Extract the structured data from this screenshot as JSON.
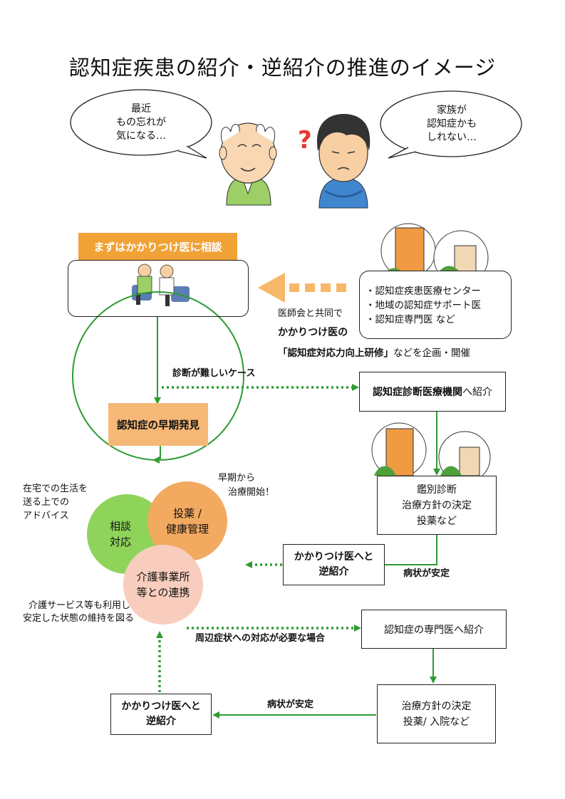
{
  "title": "認知症疾患の紹介・逆紹介の推進のイメージ",
  "bubbles": {
    "patient": [
      "最近",
      "もの忘れが",
      "気になる…"
    ],
    "family": [
      "家族が",
      "認知症かも",
      "しれない…"
    ]
  },
  "family_mark": "?",
  "first_consult_label": "まずはかかりつけ医に相談",
  "centers": [
    "・認知症疾患医療センター",
    "・地域の認知症サポート医",
    "・認知症専門医 など"
  ],
  "training": {
    "line1": "医師会と共同で",
    "line2": "かかりつけ医の",
    "line3_bold": "「認知症対応力向上研修」",
    "line3_rest": "などを企画・開催"
  },
  "difficult_case": "診断が難しいケース",
  "diagnosis_referral": {
    "bold": "認知症診断医療機関",
    "rest": "へ紹介"
  },
  "early_detection": "認知症の早期発見",
  "diagnosis_box": [
    "鑑別診断",
    "治療方針の決定",
    "投薬など"
  ],
  "early_treatment": [
    "早期から",
    "治療開始！"
  ],
  "home_advice": [
    "在宅での生活を",
    "送る上での",
    "アドバイス"
  ],
  "circles": {
    "consult": [
      "相談",
      "対応"
    ],
    "medication": [
      "投薬 /",
      "健康管理"
    ],
    "care": [
      "介護事業所",
      "等との連携"
    ]
  },
  "care_services": [
    "介護サービス等も利用し",
    "安定した状態の維持を図る"
  ],
  "reverse_referral_1": [
    "かかりつけ医へと",
    "逆紹介"
  ],
  "stable_1": "病状が安定",
  "bpsd_case": "周辺症状への対応が必要な場合",
  "specialist_referral": "認知症の専門医へ紹介",
  "treatment_box": [
    "治療方針の決定",
    "投薬/ 入院など"
  ],
  "stable_2": "病状が安定",
  "reverse_referral_2": [
    "かかりつけ医へと",
    "逆紹介"
  ],
  "colors": {
    "green": "#2e9b34",
    "orange_label": "#f0a236",
    "orange_box": "#f6b877",
    "circle_green": "#8fd45a",
    "circle_orange": "#f2a960",
    "circle_pink": "#f9cdbd",
    "arrow_orange": "#f7b86a"
  }
}
